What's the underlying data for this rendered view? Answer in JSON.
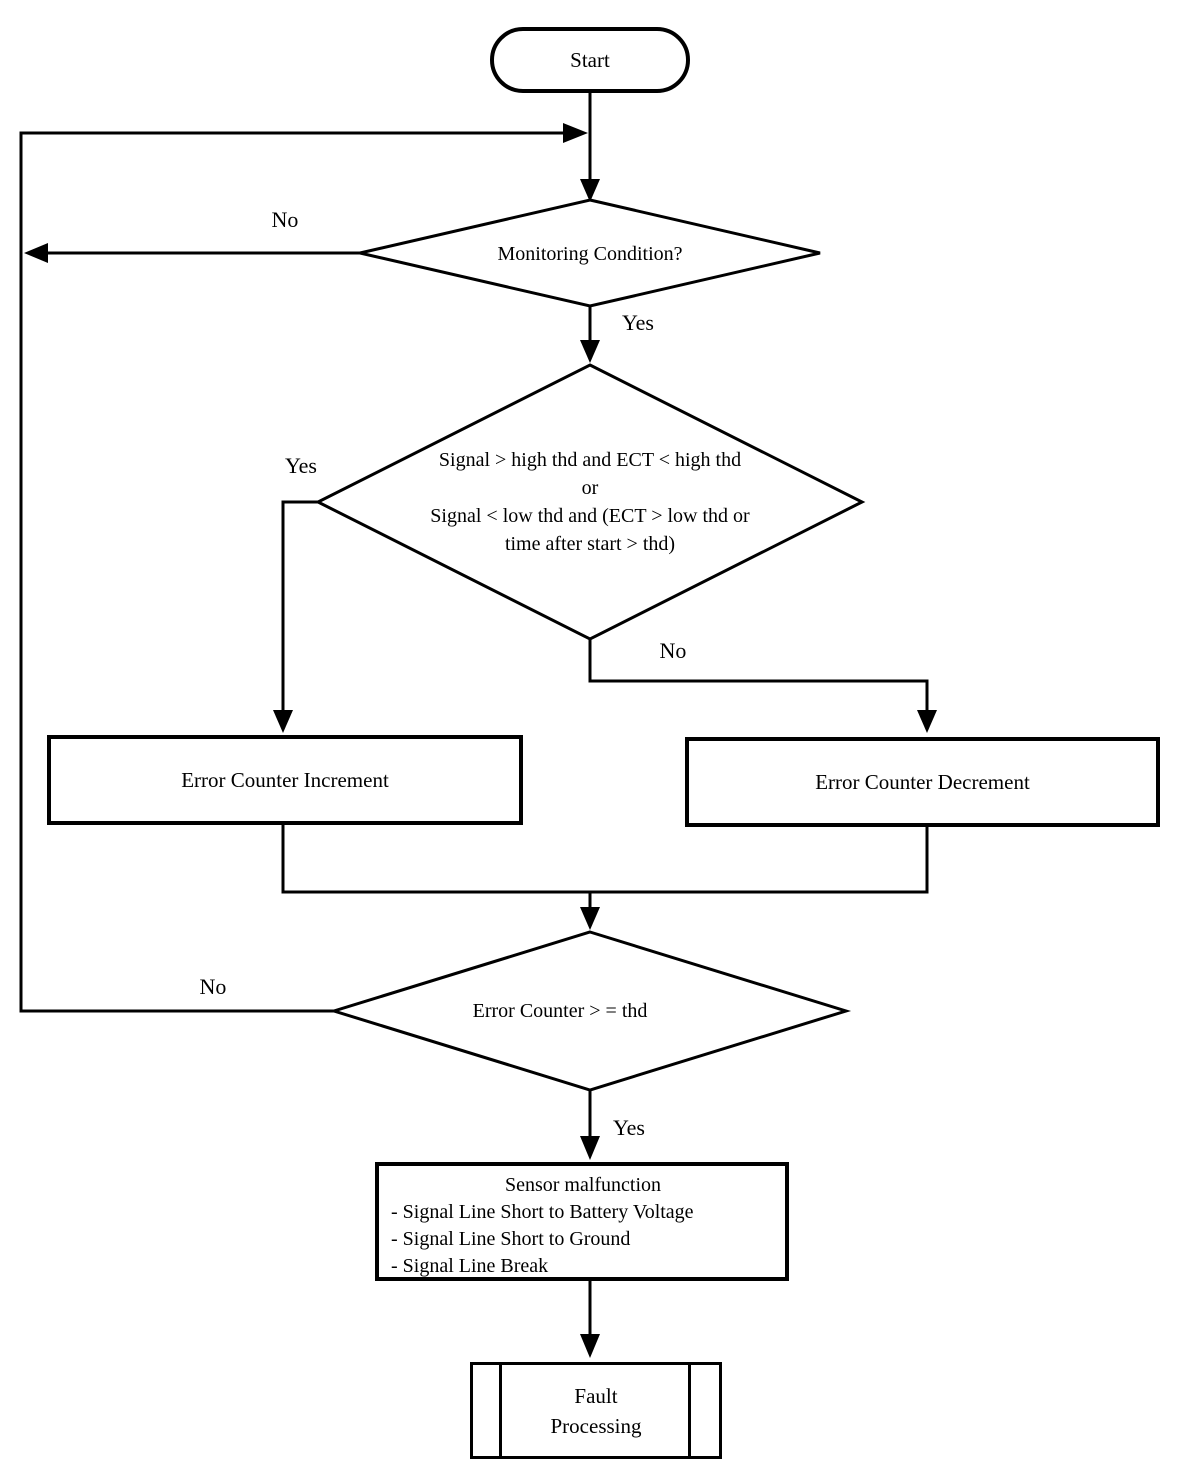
{
  "colors": {
    "line": "#000000",
    "background": "#ffffff"
  },
  "nodes": {
    "start": {
      "label": "Start"
    },
    "monitoring": {
      "label": "Monitoring Condition?"
    },
    "signal_check": {
      "lines": [
        "Signal > high thd and ECT < high thd",
        "or",
        "Signal < low thd and (ECT > low thd or",
        "time after start > thd)"
      ]
    },
    "increment": {
      "label": "Error Counter Increment"
    },
    "decrement": {
      "label": "Error Counter Decrement"
    },
    "counter_check": {
      "label": "Error Counter > = thd"
    },
    "sensor_malfunction": {
      "title": "Sensor malfunction",
      "items": [
        "- Signal Line Short to Battery Voltage",
        "- Signal Line Short to Ground",
        "- Signal Line Break"
      ]
    },
    "fault": {
      "lines": [
        "Fault",
        "Processing"
      ]
    }
  },
  "edge_labels": {
    "monitoring_no": "No",
    "monitoring_yes": "Yes",
    "signal_yes": "Yes",
    "signal_no": "No",
    "counter_no": "No",
    "counter_yes": "Yes"
  }
}
